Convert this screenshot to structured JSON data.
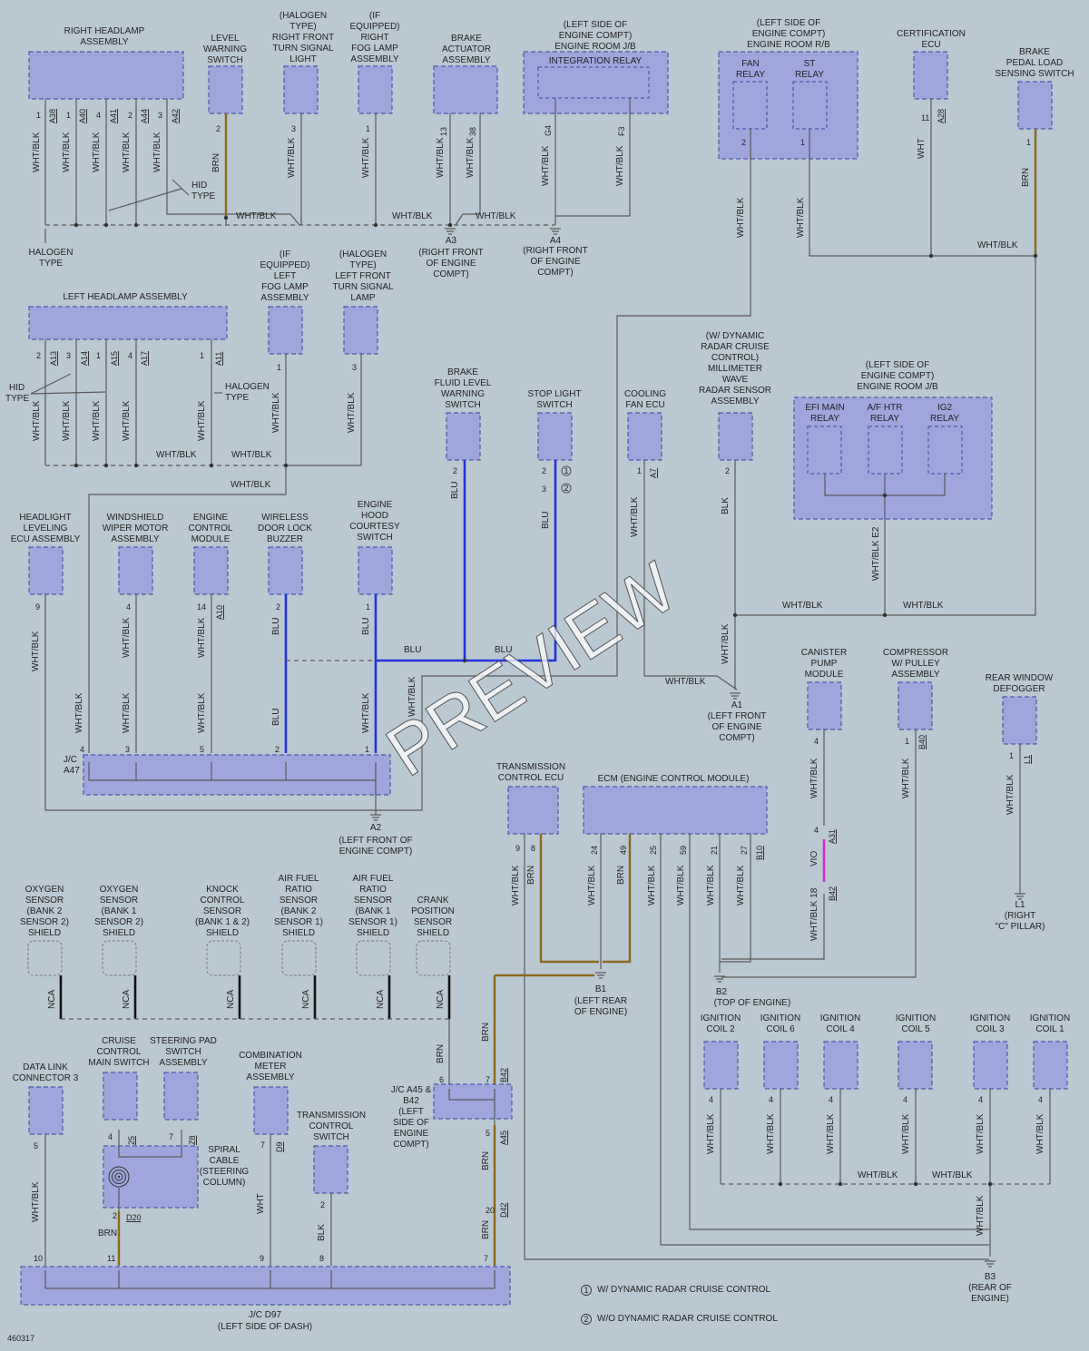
{
  "watermark": "PREVIEW",
  "figure_id": "460317",
  "components": {
    "right_headlamp": "RIGHT HEADLAMP ASSEMBLY",
    "level_warning": "LEVEL WARNING SWITCH",
    "rf_turn": "(HALOGEN TYPE) RIGHT FRONT TURN SIGNAL LIGHT",
    "rf_fog": "(IF EQUIPPED) RIGHT FOG LAMP ASSEMBLY",
    "brake_actuator": "BRAKE ACTUATOR ASSEMBLY",
    "left_engine_jb": "(LEFT SIDE OF ENGINE COMPT) ENGINE ROOM J/B",
    "integration_relay": "INTEGRATION RELAY",
    "left_engine_rb": "(LEFT SIDE OF ENGINE COMPT) ENGINE ROOM R/B",
    "fan_relay": "FAN RELAY",
    "st_relay": "ST RELAY",
    "cert_ecu": "CERTIFICATION ECU",
    "brake_pedal": "BRAKE PEDAL LOAD SENSING SWITCH",
    "left_headlamp": "LEFT HEADLAMP ASSEMBLY",
    "lf_fog": "(IF EQUIPPED) LEFT FOG LAMP ASSEMBLY",
    "lf_turn": "(HALOGEN TYPE) LEFT FRONT TURN SIGNAL LAMP",
    "brake_fluid": "BRAKE FLUID LEVEL WARNING SWITCH",
    "stop_light": "STOP LIGHT SWITCH",
    "cooling_fan": "COOLING FAN ECU",
    "radar": "(W/ DYNAMIC RADAR CRUISE CONTROL) MILLIMETER WAVE RADAR SENSOR ASSEMBLY",
    "left_engine_jb2": "(LEFT SIDE OF ENGINE COMPT) ENGINE ROOM J/B",
    "efi_main": "EFI MAIN RELAY",
    "af_htr": "A/F HTR RELAY",
    "ig2": "IG2 RELAY",
    "headlight_level": "HEADLIGHT LEVELING ECU ASSEMBLY",
    "wiper_motor": "WINDSHIELD WIPER MOTOR ASSEMBLY",
    "ecm_small": "ENGINE CONTROL MODULE",
    "door_buzzer": "WIRELESS DOOR LOCK BUZZER",
    "hood_switch": "ENGINE HOOD COURTESY SWITCH",
    "canister": "CANISTER PUMP MODULE",
    "compressor": "COMPRESSOR W/ PULLEY ASSEMBLY",
    "rear_defogger": "REAR WINDOW DEFOGGER",
    "tcu": "TRANSMISSION CONTROL ECU",
    "ecm": "ECM (ENGINE CONTROL MODULE)",
    "o2_b2s2": "OXYGEN SENSOR (BANK 2 SENSOR 2) SHIELD",
    "o2_b1s2": "OXYGEN SENSOR (BANK 1 SENSOR 2) SHIELD",
    "knock": "KNOCK CONTROL SENSOR (BANK 1 & 2) SHIELD",
    "af_b2s1": "AIR FUEL RATIO SENSOR (BANK 2 SENSOR 1) SHIELD",
    "af_b1s1": "AIR FUEL RATIO SENSOR (BANK 1 SENSOR 1) SHIELD",
    "crank": "CRANK POSITION SENSOR SHIELD",
    "dlc3": "DATA LINK CONNECTOR 3",
    "cruise_switch": "CRUISE CONTROL MAIN SWITCH",
    "steering_pad": "STEERING PAD SWITCH ASSEMBLY",
    "combo_meter": "COMBINATION METER ASSEMBLY",
    "trans_switch": "TRANSMISSION CONTROL SWITCH",
    "spiral": "SPIRAL CABLE (STEERING COLUMN)",
    "jc_d97": "J/C D97",
    "jc_d97_loc": "(LEFT SIDE OF DASH)",
    "jc_a47": "J/C A47",
    "jc_a45": "J/C A45 & B42 (LEFT SIDE OF ENGINE COMPT)",
    "coil2": "IGNITION COIL 2",
    "coil6": "IGNITION COIL 6",
    "coil4": "IGNITION COIL 4",
    "coil5": "IGNITION COIL 5",
    "coil3": "IGNITION COIL 3",
    "coil1": "IGNITION COIL 1"
  },
  "grounds": {
    "a3": "A3",
    "a3_loc": "(RIGHT FRONT OF ENGINE COMPT)",
    "a4": "A4",
    "a4_loc": "(RIGHT FRONT OF ENGINE COMPT)",
    "a1": "A1",
    "a1_loc": "(LEFT FRONT OF ENGINE COMPT)",
    "a2": "A2",
    "a2_loc": "(LEFT FRONT OF ENGINE COMPT)",
    "b1": "B1",
    "b1_loc": "(LEFT REAR OF ENGINE)",
    "b2": "B2",
    "b2_loc": "(TOP OF ENGINE)",
    "b3": "B3",
    "b3_loc": "(REAR OF ENGINE)",
    "l1": "L1",
    "l1_loc": "(RIGHT \"C\" PILLAR)"
  },
  "notes": {
    "halogen_type": "HALOGEN TYPE",
    "hid_type": "HID TYPE",
    "note1": "W/ DYNAMIC RADAR CRUISE CONTROL",
    "note2": "W/O DYNAMIC RADAR CRUISE CONTROL"
  },
  "wire_colors": {
    "wht_blk": "WHT/BLK",
    "brn": "BRN",
    "blu": "BLU",
    "blk": "BLK",
    "vio": "VIO",
    "wht": "WHT",
    "nca": "NCA"
  }
}
